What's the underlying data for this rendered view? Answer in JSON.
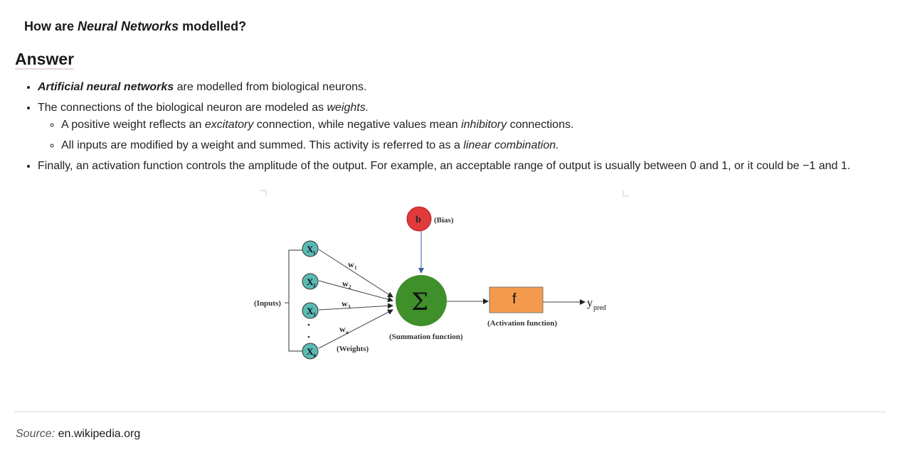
{
  "question": {
    "prefix": "How are ",
    "emphasis": "Neural Networks",
    "suffix": " modelled?"
  },
  "answer_heading": "Answer",
  "bullets": {
    "b1": {
      "strong": "Artificial neural networks",
      "rest": " are modelled from biological neurons."
    },
    "b2": {
      "text": "The connections of the biological neuron are modeled as ",
      "em": "weights."
    },
    "b2_sub1": {
      "t1": "A positive weight reflects an ",
      "em1": "excitatory",
      "t2": " connection, while negative values mean ",
      "em2": "inhibitory",
      "t3": " connections."
    },
    "b2_sub2": {
      "t1": "All inputs are modified by a weight and summed. This activity is referred to as a ",
      "em": "linear combination."
    },
    "b3": {
      "text": "Finally, an activation function controls the amplitude of the output. For example, an acceptable range of output is usually between 0 and 1, or it could be −1 and 1."
    }
  },
  "diagram": {
    "inputs_label": "(Inputs)",
    "inputs": [
      {
        "main": "X",
        "sub": "1"
      },
      {
        "main": "X",
        "sub": "2"
      },
      {
        "main": "X",
        "sub": "3"
      },
      {
        "main": "X",
        "sub": "n"
      }
    ],
    "weights": [
      {
        "main": "w",
        "sub": "1"
      },
      {
        "main": "w",
        "sub": "2"
      },
      {
        "main": "w",
        "sub": "3"
      },
      {
        "main": "w",
        "sub": "n"
      }
    ],
    "weights_label": "(Weights)",
    "bias_symbol": "b",
    "bias_label": "(Bias)",
    "sum_symbol": "Σ",
    "sum_label": "(Summation function)",
    "activation_symbol": "f",
    "activation_label": "(Activation function)",
    "output_main": "y",
    "output_sub": "pred",
    "colors": {
      "input_node": "#5bbab5",
      "bias_node": "#e03a3a",
      "sum_node": "#3f8f2a",
      "activation_box": "#f39a4c"
    }
  },
  "source": {
    "label": "Source:",
    "value": " en.wikipedia.org"
  }
}
